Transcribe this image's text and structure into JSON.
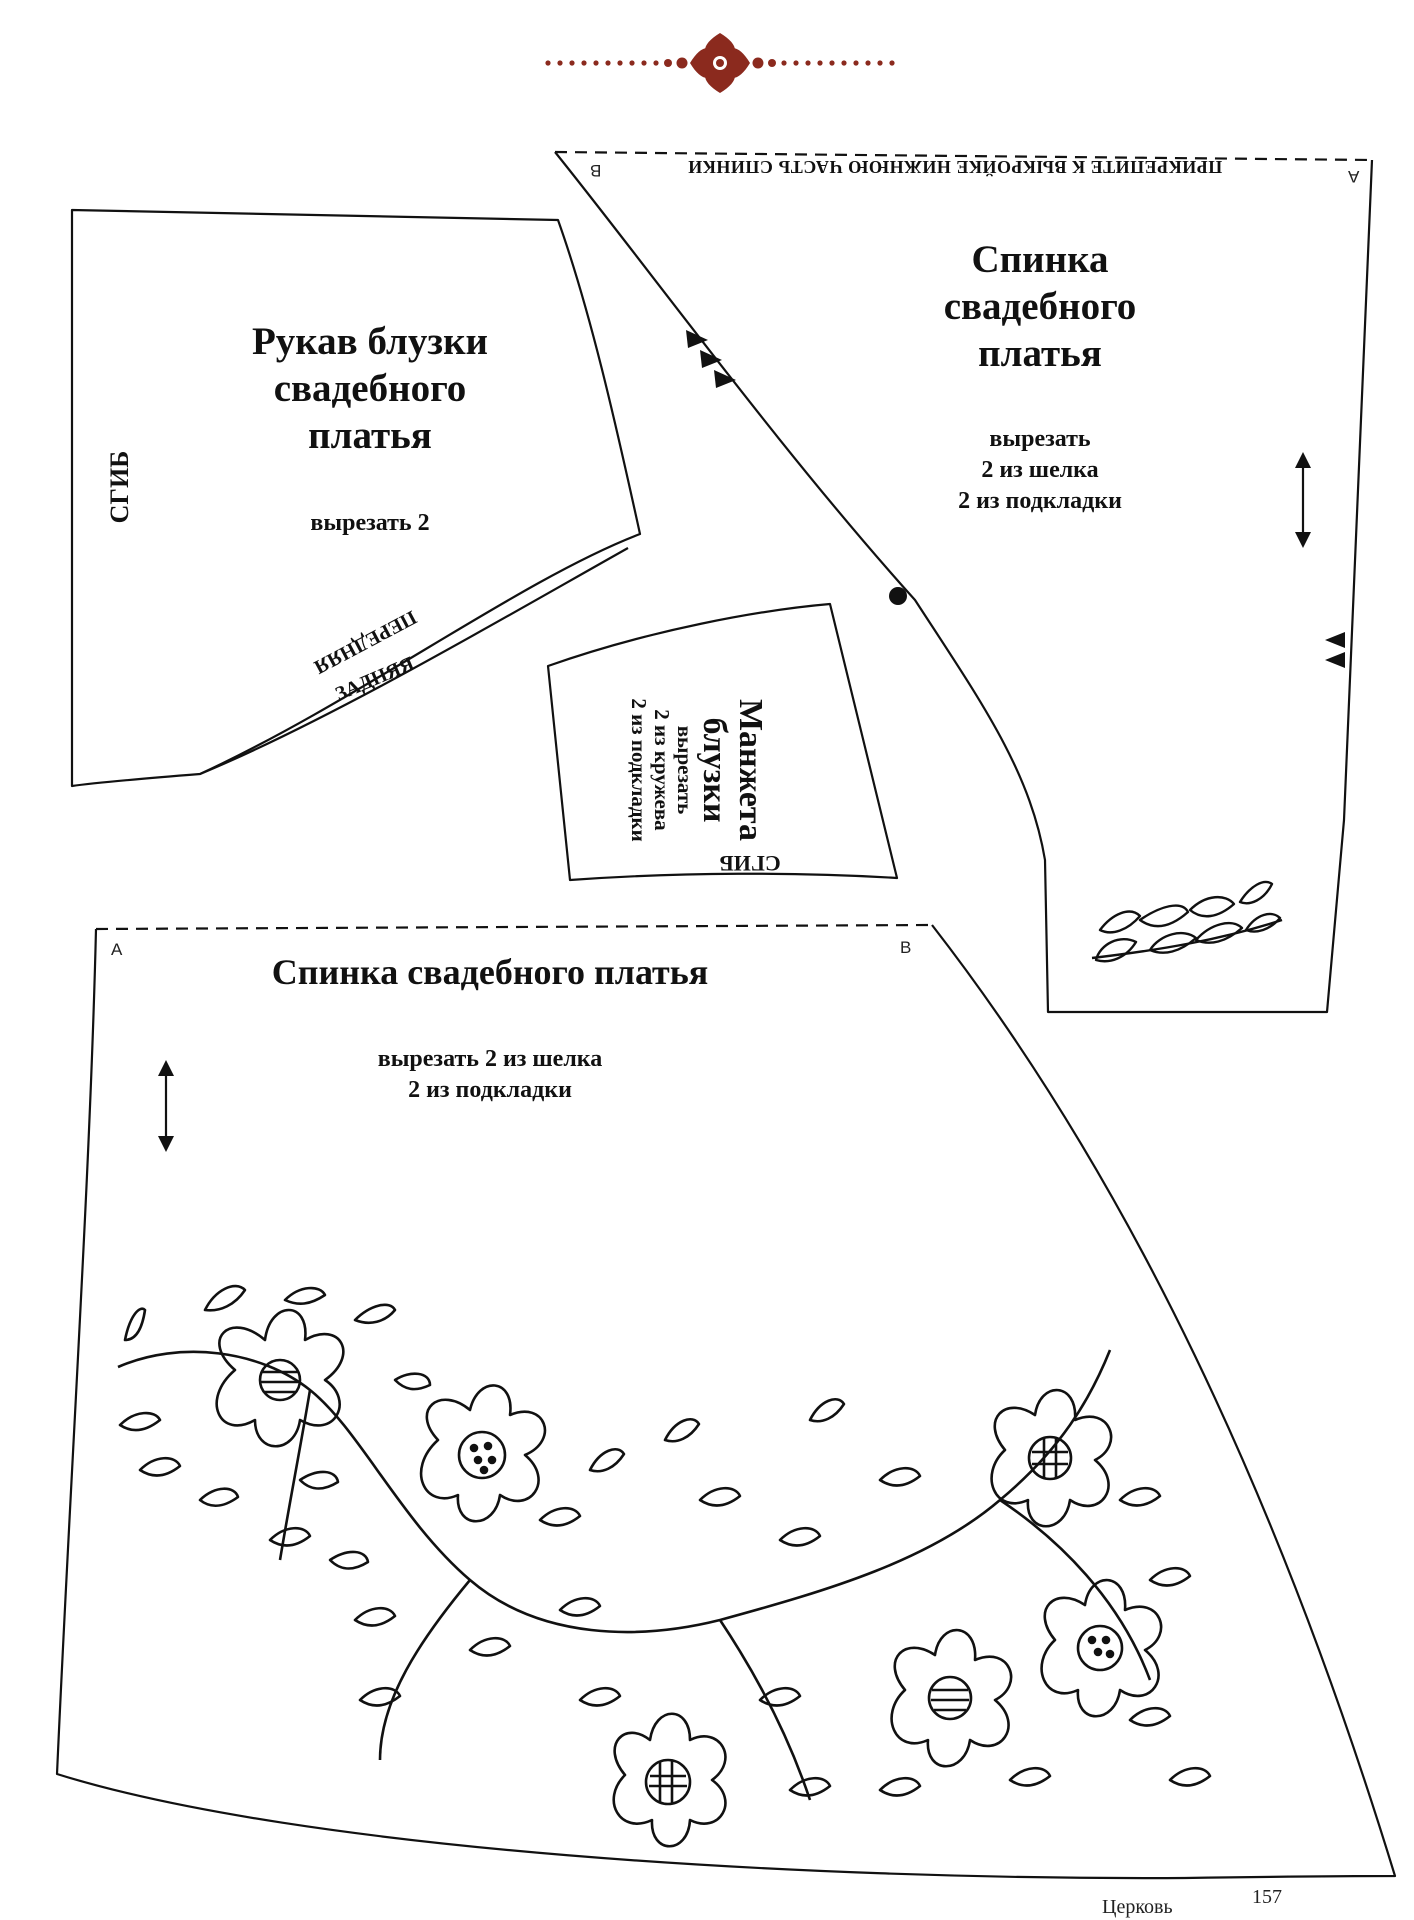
{
  "header": {
    "ornament_color": "#8b2a1e"
  },
  "sleeve": {
    "title": [
      "Рукав блузки",
      "свадебного",
      "платья"
    ],
    "cut": "вырезать 2",
    "fold": "СГИБ",
    "front": "ПЕРЕДНЯЯ",
    "back": "ЗАДНЯЯ"
  },
  "back_upper": {
    "attach_note": "ПРИКРЕПИТЕ К ВЫКРОЙКЕ НИЖНЮЮ ЧАСТЬ СПИНКИ",
    "corner_a": "А",
    "corner_b": "В",
    "title": [
      "Спинка",
      "свадебного",
      "платья"
    ],
    "cut": [
      "вырезать",
      "2 из шелка",
      "2 из подкладки"
    ]
  },
  "cuff": {
    "title": [
      "Манжета",
      "блузки"
    ],
    "cut": [
      "вырезать",
      "2 из кружева",
      "2 из подкладки"
    ],
    "fold": "СГИБ"
  },
  "back_lower": {
    "corner_a": "А",
    "corner_b": "В",
    "title": "Спинка свадебного платья",
    "cut": [
      "вырезать 2 из шелка",
      "2 из подкладки"
    ]
  },
  "footer": {
    "section": "Церковь",
    "page": "157"
  }
}
